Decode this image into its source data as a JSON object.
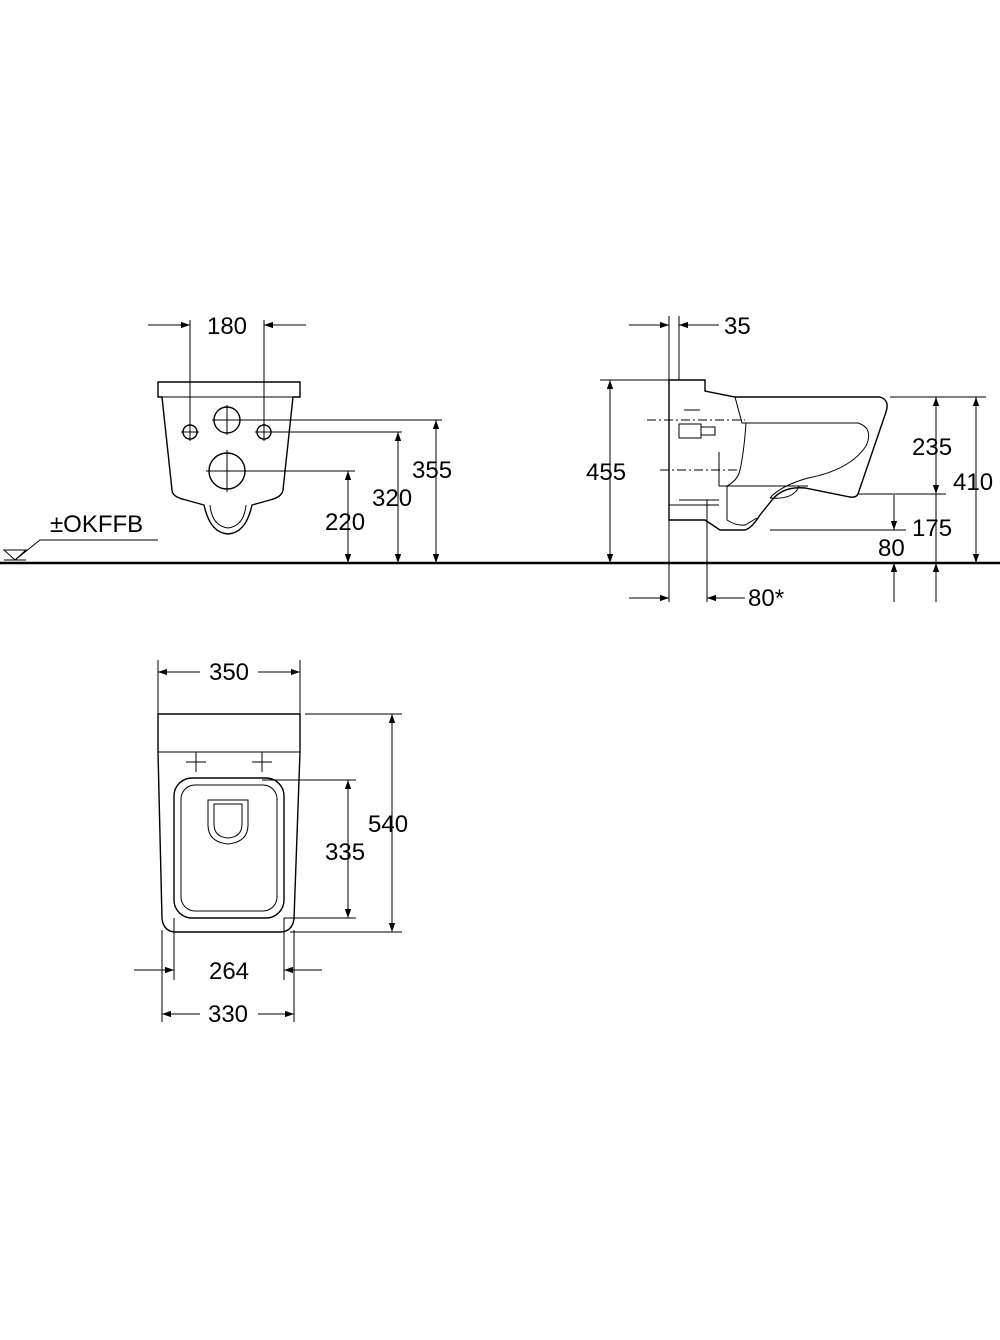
{
  "floor_reference": "±OKFFB",
  "front_view": {
    "dim_width_between_fixings": "180",
    "dim_height_top_fixings": "355",
    "dim_height_outlet_center": "320",
    "dim_height_waste": "220"
  },
  "side_view": {
    "dim_wall_offset": "35",
    "dim_height_total": "455",
    "dim_rim_to_front": "235",
    "dim_rim_height": "410",
    "dim_bowl_depth": "175",
    "dim_outlet_height": "80",
    "dim_installation_depth": "80*"
  },
  "top_view": {
    "dim_outer_width": "350",
    "dim_length": "540",
    "dim_seat_length": "335",
    "dim_inner_width": "264",
    "dim_base_width": "330"
  }
}
